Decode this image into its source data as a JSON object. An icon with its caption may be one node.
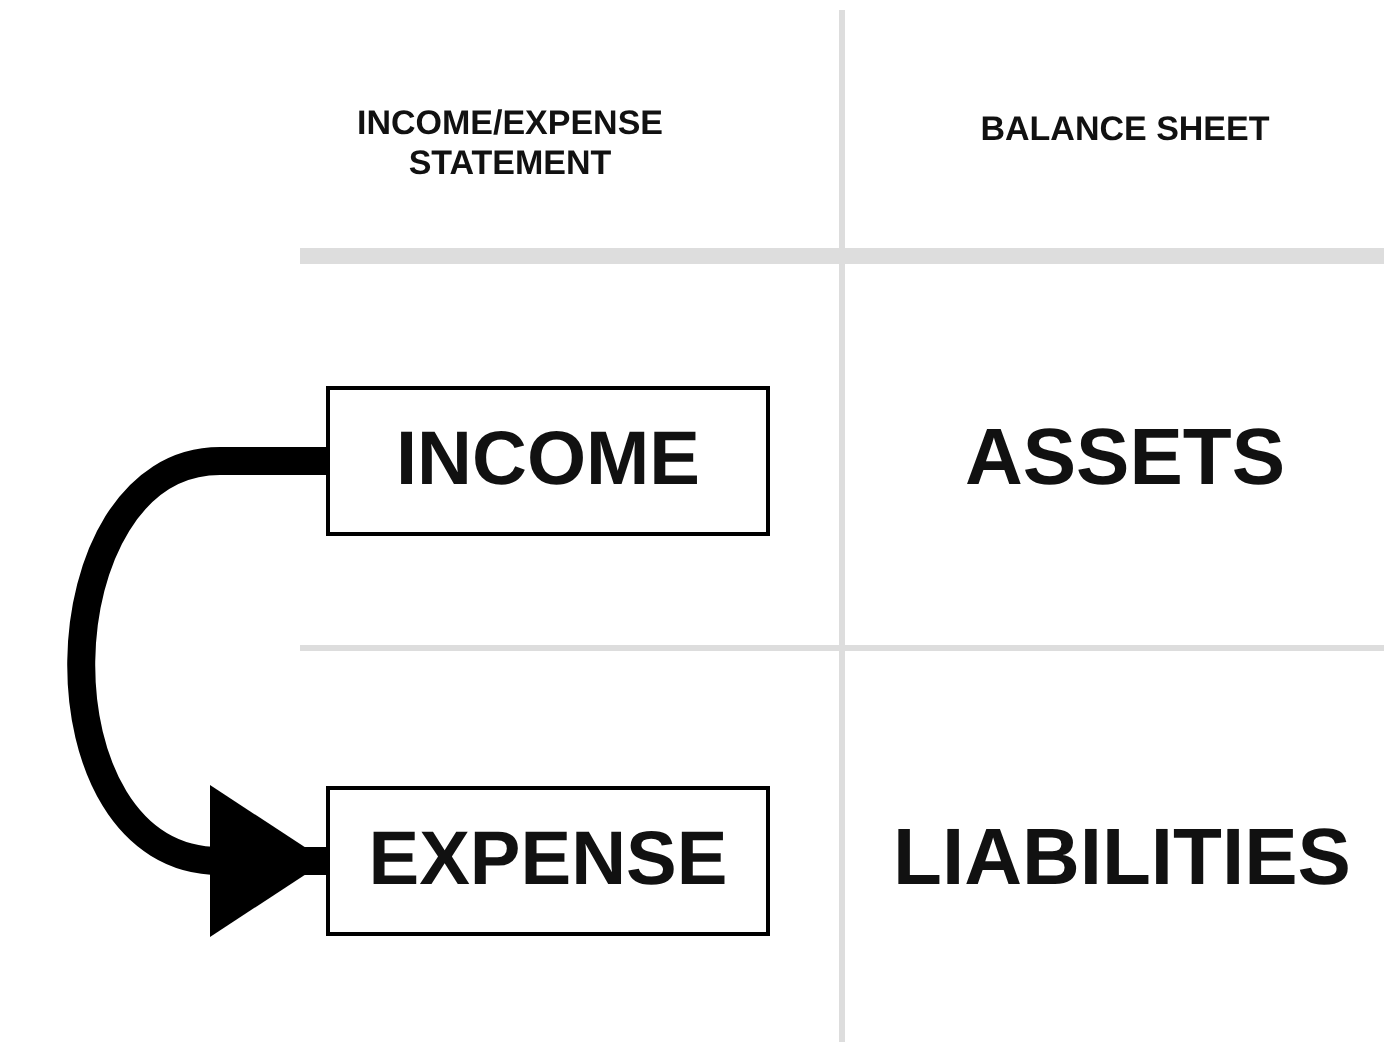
{
  "diagram": {
    "nodes": [
      {
        "text": [
          "INCOME"
        ]
      },
      {
        "text": [
          "EXPENSE"
        ]
      }
    ],
    "edges": [
      {
        "from": 0,
        "to": 1,
        "arrow": "to"
      }
    ],
    "labels": [
      "INCOME/EXPENSE STATEMENT",
      "BALANCE SHEET",
      "ASSETS",
      "LIABILITIES"
    ]
  }
}
